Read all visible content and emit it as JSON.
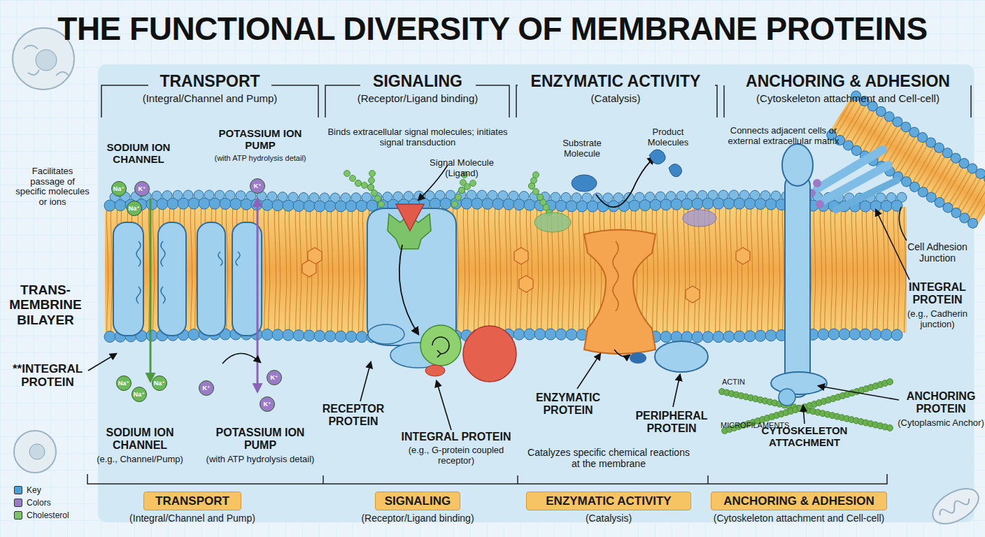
{
  "diagram": {
    "title": "THE FUNCTIONAL DIVERSITY OF MEMBRANE PROTEINS",
    "nodes": [
      {
        "text": [
          "Na⁺"
        ]
      },
      {
        "text": [
          "K⁺"
        ]
      },
      {
        "text": [
          "K⁺"
        ]
      },
      {
        "text": [
          "Na⁺"
        ]
      },
      {
        "text": [
          "K⁺"
        ]
      },
      {
        "text": [
          "Na⁺"
        ]
      },
      {
        "text": [
          "Na⁺"
        ]
      },
      {
        "text": [
          "K⁺"
        ]
      },
      {
        "text": [
          "Na⁺"
        ]
      },
      {
        "text": [
          "K⁺"
        ]
      },
      {
        "text": [
          "TRANSPORT",
          "(Integral/Channel and Pump)"
        ]
      },
      {
        "text": [
          "SIGNALING",
          "(Receptor/Ligand binding)"
        ]
      },
      {
        "text": [
          "ENZYMATIC ACTIVITY",
          "(Catalysis)"
        ]
      },
      {
        "text": [
          "ANCHORING & ADHESION",
          "(Cytoskeleton attachment and Cell-cell)"
        ]
      }
    ],
    "labels": [
      "TRANSPORT",
      "(Integral/Channel and Pump)",
      "SIGNALING",
      "(Receptor/Ligand binding)",
      "ENZYMATIC ACTIVITY",
      "(Catalysis)",
      "ANCHORING & ADHESION",
      "(Cytoskeleton attachment and Cell-cell)",
      "SODIUM ION CHANNEL",
      "POTASSIUM ION PUMP",
      "(with ATP hydrolysis detail)",
      "Facilitates passage of specific molecules or ions",
      "Binds extracellular signal molecules; initiates signal transduction",
      "Signal Molecule (Ligand)",
      "Substrate Molecule",
      "Product Molecules",
      "Connects adjacent cells or external extracellular matrix",
      "TRANS- MEMBRINE BILAYER",
      "**INTEGRAL PROTEIN",
      "SODIUM ION CHANNEL",
      "(e.g., Channel/Pump)",
      "POTASSIUM ION PUMP",
      "(with ATP hydrolysis detail)",
      "RECEPTOR PROTEIN",
      "INTEGRAL PROTEIN",
      "(e.g., G-protein coupled receptor)",
      "ENZYMATIC PROTEIN",
      "PERIPHERAL PROTEIN",
      "Catalyzes specific chemical reactions at the membrane",
      "Cell Adhesion Junction",
      "INTEGRAL PROTEIN",
      "(e.g., Cadherin junction)",
      "ANCHORING PROTEIN",
      "(Cytoplasmic Anchor)",
      "ACTIN",
      "MICROFILAMENTS",
      "CYTOSKELETON ATTACHMENT"
    ],
    "legend": [
      {
        "text": "Key",
        "color": "#4a9fd4"
      },
      {
        "text": "Colors",
        "color": "#9b7bc8"
      },
      {
        "text": "Cholesterol",
        "color": "#7cc36a"
      }
    ]
  }
}
